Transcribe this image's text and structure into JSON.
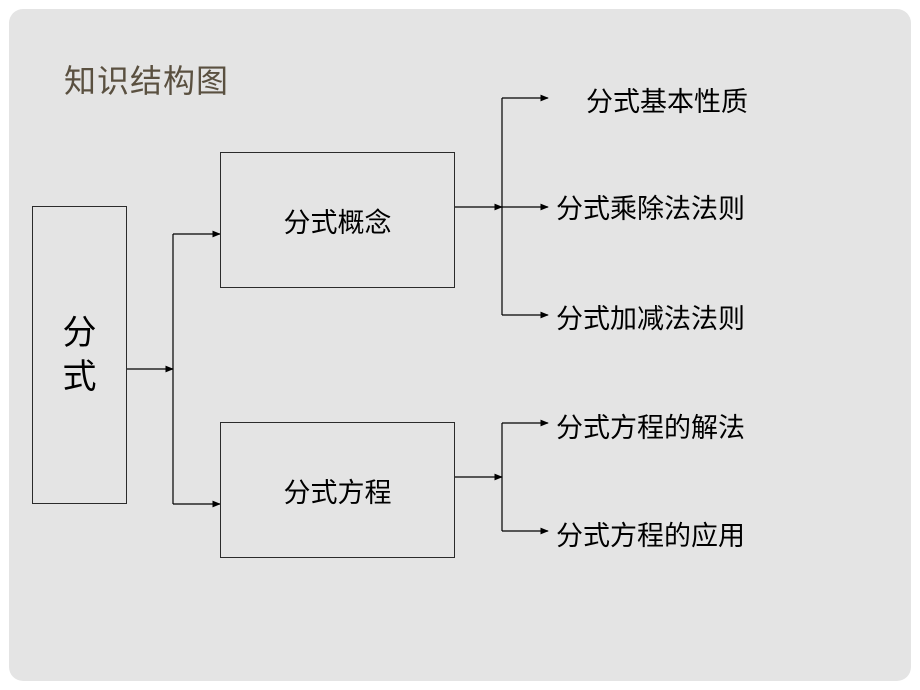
{
  "title": "知识结构图",
  "root": {
    "line1": "分",
    "line2": "式"
  },
  "concept": {
    "label": "分式概念",
    "children": [
      "分式基本性质",
      "分式乘除法法则",
      "分式加减法法则"
    ]
  },
  "equation": {
    "label": "分式方程",
    "children": [
      "分式方程的解法",
      "分式方程的应用"
    ]
  }
}
